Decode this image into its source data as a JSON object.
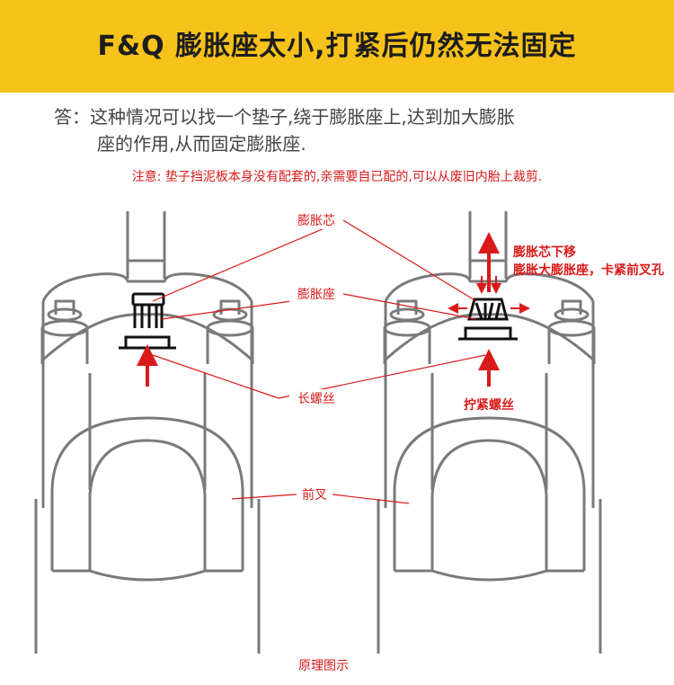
{
  "header": {
    "title": "F&Q 膨胀座太小,打紧后仍然无法固定",
    "background": "#f7c21a"
  },
  "answer": {
    "prefix": "答：",
    "line1": "这种情况可以找一个垫子,绕于膨胀座上,达到加大膨胀",
    "line2": "座的作用,从而固定膨胀座."
  },
  "note": "注意: 垫子挡泥板本身没有配套的,亲需要自已配的,可以从废旧内胎上裁剪.",
  "diagram": {
    "labels": {
      "expansion_core": "膨胀芯",
      "expansion_seat": "膨胀座",
      "long_screw": "长螺丝",
      "front_fork": "前叉",
      "core_down": "膨胀芯下移",
      "seat_expand": "膨胀大膨胀座，卡紧前叉孔",
      "tighten_screw": "拧紧螺丝"
    },
    "caption": "原理图示",
    "colors": {
      "line": "#7a7a7a",
      "accent": "#d91a1a",
      "part": "#111111"
    }
  }
}
